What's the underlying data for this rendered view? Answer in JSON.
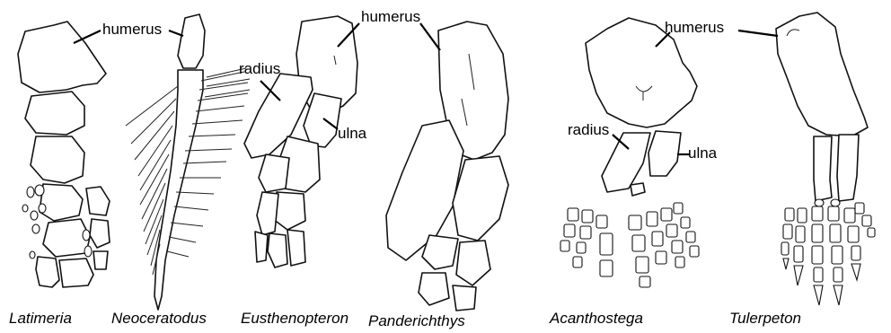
{
  "figure": {
    "panels": [
      {
        "name": "Latimeria",
        "labels": {
          "humerus": "humerus"
        }
      },
      {
        "name": "Neoceratodus",
        "labels": {
          "humerus": "humerus"
        }
      },
      {
        "name": "Eusthenopteron",
        "labels": {
          "humerus": "humerus",
          "radius": "radius",
          "ulna": "ulna"
        }
      },
      {
        "name": "Panderichthys",
        "labels": {
          "humerus": "humerus"
        }
      },
      {
        "name": "Acanthostega",
        "labels": {
          "humerus": "humerus",
          "radius": "radius",
          "ulna": "ulna"
        }
      },
      {
        "name": "Tulerpeton",
        "labels": {
          "humerus": "humerus"
        }
      }
    ]
  }
}
